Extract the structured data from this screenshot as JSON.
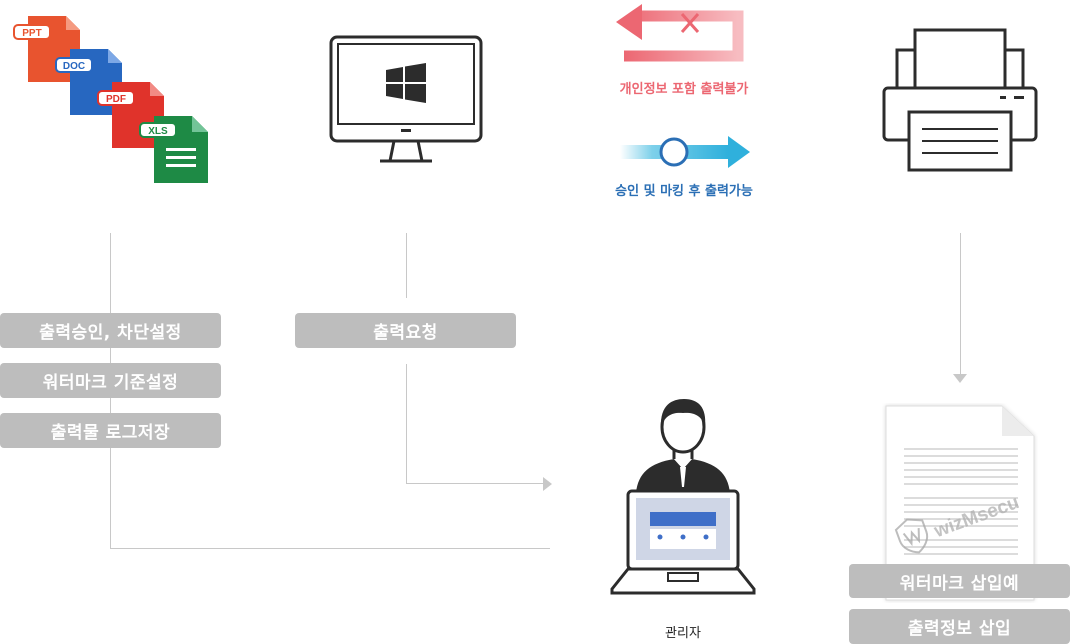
{
  "file_types": [
    "PPT",
    "DOC",
    "PDF",
    "XLS"
  ],
  "status_blocked": "개인정보 포함 출력불가",
  "status_allowed": "승인 및 마킹 후 출력가능",
  "left_labels": [
    "출력승인, 차단설정",
    "워터마크 기준설정",
    "출력물 로그저장"
  ],
  "request_label": "출력요청",
  "admin_label": "관리자",
  "watermark_text": "wizMsecu",
  "right_labels": [
    "워터마크 삽입예",
    "출력정보 삽입"
  ],
  "colors": {
    "ppt": "#e8542f",
    "doc": "#2767c0",
    "pdf": "#e0332b",
    "xls": "#1e8a45",
    "blocked": "#ec6772",
    "allowed": "#2b6fb5",
    "label_bg": "#bdbdbd"
  }
}
